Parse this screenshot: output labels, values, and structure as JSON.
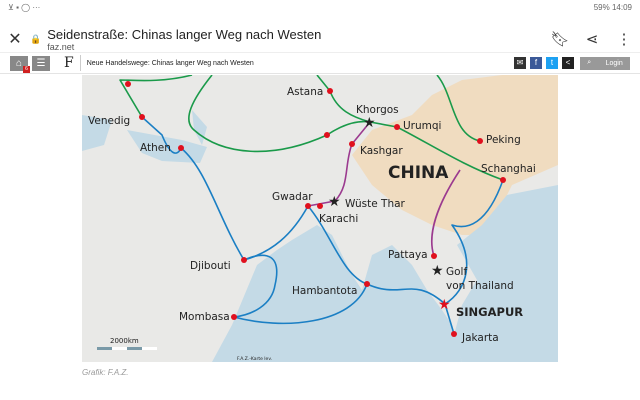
{
  "status": {
    "left": "⊻ ▪ ◯ ···",
    "right": "59% 14:09"
  },
  "browser": {
    "title": "Seidenstraße: Chinas langer Weg nach Westen",
    "url": "faz.net"
  },
  "site": {
    "logo": "F",
    "title": "Neue Handelswege: Chinas langer Weg nach Westen",
    "login": "Login",
    "badge": "6"
  },
  "map": {
    "labels": {
      "venedig": "Venedig",
      "athen": "Athen",
      "astana": "Astana",
      "khorgos": "Khorgos",
      "urumqi": "Urumqi",
      "kashgar": "Kashgar",
      "peking": "Peking",
      "schanghai": "Schanghai",
      "china": "CHINA",
      "gwadar": "Gwadar",
      "karachi": "Karachi",
      "wueste_thar": "Wüste Thar",
      "djibouti": "Djibouti",
      "pattaya": "Pattaya",
      "golf1": "Golf",
      "golf2": "von Thailand",
      "hambantota": "Hambantota",
      "singapur": "SINGAPUR",
      "mombasa": "Mombasa",
      "jakarta": "Jakarta"
    },
    "scale": "2000km",
    "source": "F.A.Z.-Karte lev.",
    "colors": {
      "land_route": "#1a9a4a",
      "sea_route": "#1b7fc4",
      "rail_route": "#9b3a8f",
      "city": "#e0101e"
    }
  },
  "credit": "Grafik: F.A.Z."
}
